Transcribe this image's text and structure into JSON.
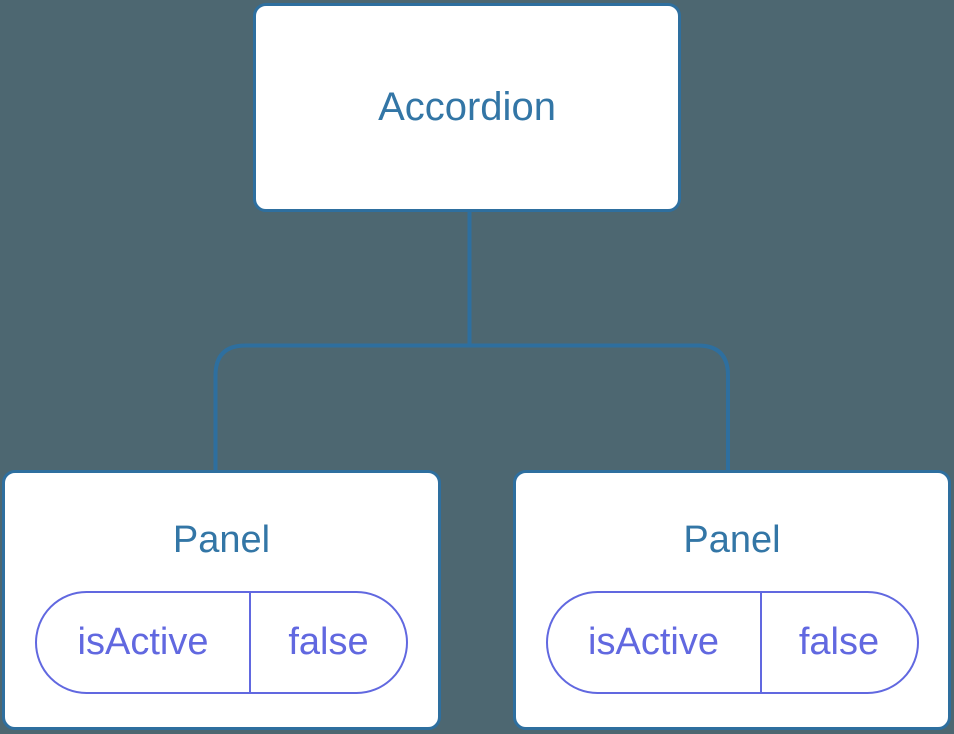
{
  "colors": {
    "background": "#4d6771",
    "node_fill": "#ffffff",
    "node_border": "#2e6f9f",
    "node_label": "#3376a6",
    "connector": "#2e6f9f",
    "state_border": "#6168e0",
    "state_text": "#6168e0"
  },
  "tree": {
    "root": {
      "label": "Accordion"
    },
    "children": [
      {
        "label": "Panel",
        "state": {
          "key": "isActive",
          "value": "false"
        }
      },
      {
        "label": "Panel",
        "state": {
          "key": "isActive",
          "value": "false"
        }
      }
    ]
  }
}
